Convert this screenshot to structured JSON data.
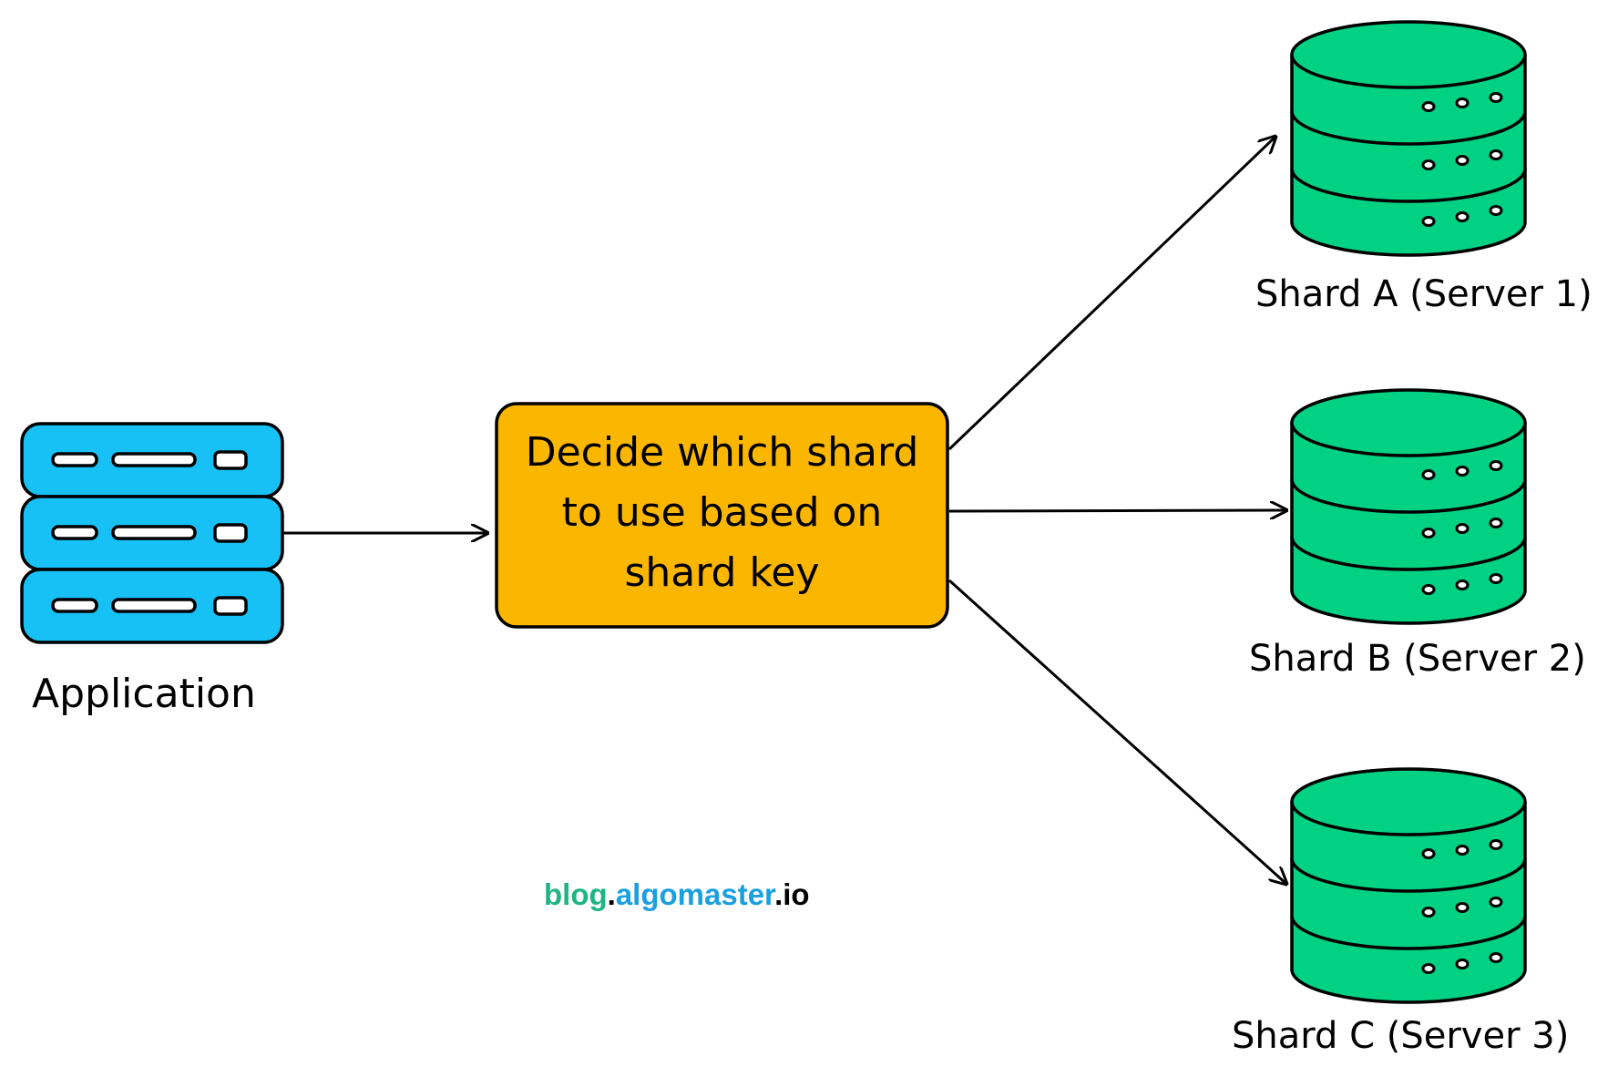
{
  "application": {
    "label": "Application"
  },
  "router": {
    "text": "Decide which shard\nto use based on\nshard key"
  },
  "shards": [
    {
      "label": "Shard A (Server 1)"
    },
    {
      "label": "Shard B (Server 2)"
    },
    {
      "label": "Shard C (Server 3)"
    }
  ],
  "watermark": {
    "part1": "blog",
    "dot1": ".",
    "part2": "algomaster",
    "dot2": ".",
    "part3": "io"
  },
  "colors": {
    "server_fill": "#18c1f5",
    "router_fill": "#fbb600",
    "database_fill": "#00d183",
    "watermark_green": "#1fb57e",
    "watermark_blue": "#1aa0e0",
    "stroke": "#000000"
  },
  "icons": {
    "application": "server-rack-icon",
    "shard": "database-cylinder-icon"
  }
}
